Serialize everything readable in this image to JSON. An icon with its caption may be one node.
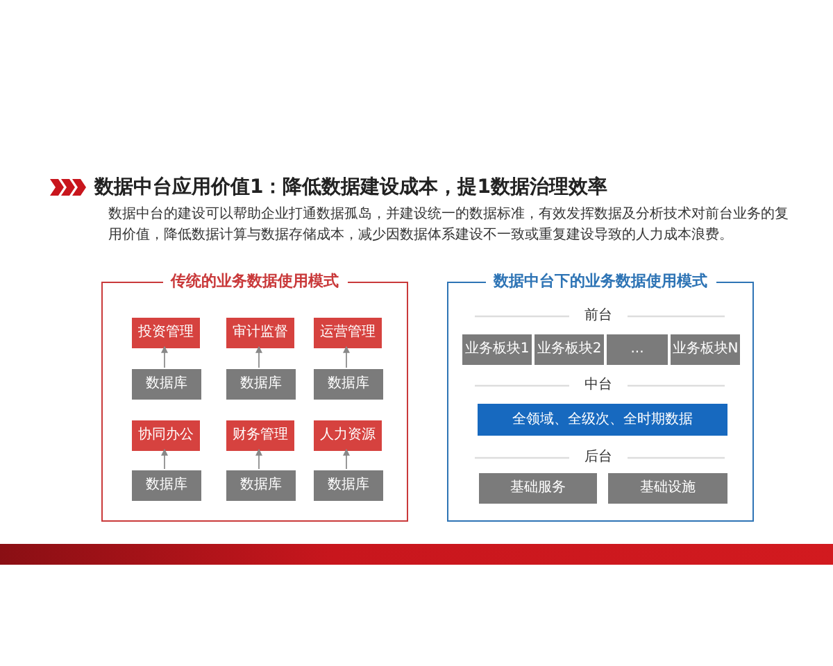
{
  "diagram": {
    "title": "数据中台应用价值1：降低数据建设成本，提1数据治理效率",
    "nodes": [
      {
        "text": [
          "传统的业务数据使用模式"
        ]
      },
      {
        "text": [
          "投资管理"
        ],
        "in": 0
      },
      {
        "text": [
          "审计监督"
        ],
        "in": 0
      },
      {
        "text": [
          "运营管理"
        ],
        "in": 0
      },
      {
        "text": [
          "数据库"
        ],
        "in": 0
      },
      {
        "text": [
          "数据库"
        ],
        "in": 0
      },
      {
        "text": [
          "数据库"
        ],
        "in": 0
      },
      {
        "text": [
          "协同办公"
        ],
        "in": 0
      },
      {
        "text": [
          "财务管理"
        ],
        "in": 0
      },
      {
        "text": [
          "人力资源"
        ],
        "in": 0
      },
      {
        "text": [
          "数据库"
        ],
        "in": 0
      },
      {
        "text": [
          "数据库"
        ],
        "in": 0
      },
      {
        "text": [
          "数据库"
        ],
        "in": 0
      },
      {
        "text": [
          "数据中台下的业务数据使用模式"
        ]
      },
      {
        "text": [
          "业务板块1"
        ],
        "in": 13
      },
      {
        "text": [
          "业务板块2"
        ],
        "in": 13
      },
      {
        "text": [
          "..."
        ],
        "in": 13
      },
      {
        "text": [
          "业务板块N"
        ],
        "in": 13
      },
      {
        "text": [
          "全领域、全级次、全时期数据"
        ],
        "in": 13
      },
      {
        "text": [
          "基础服务"
        ],
        "in": 13
      },
      {
        "text": [
          "基础设施"
        ],
        "in": 13
      }
    ],
    "edges": [
      {
        "from": 4,
        "to": 1,
        "arrow": "to"
      },
      {
        "from": 5,
        "to": 2,
        "arrow": "to"
      },
      {
        "from": 6,
        "to": 3,
        "arrow": "to"
      },
      {
        "from": 10,
        "to": 7,
        "arrow": "to"
      },
      {
        "from": 11,
        "to": 8,
        "arrow": "to"
      },
      {
        "from": 12,
        "to": 9,
        "arrow": "to"
      }
    ],
    "labels": [
      "数据中台的建设可以帮助企业打通数据孤岛，并建设统一的数据标准，有效发挥数据及分析技术对前台业务的复用价值，降低数据计算与数据存储成本，减少因数据体系建设不一致或重复建设导致的人力成本浪费。",
      "前台",
      "中台",
      "后台"
    ]
  }
}
